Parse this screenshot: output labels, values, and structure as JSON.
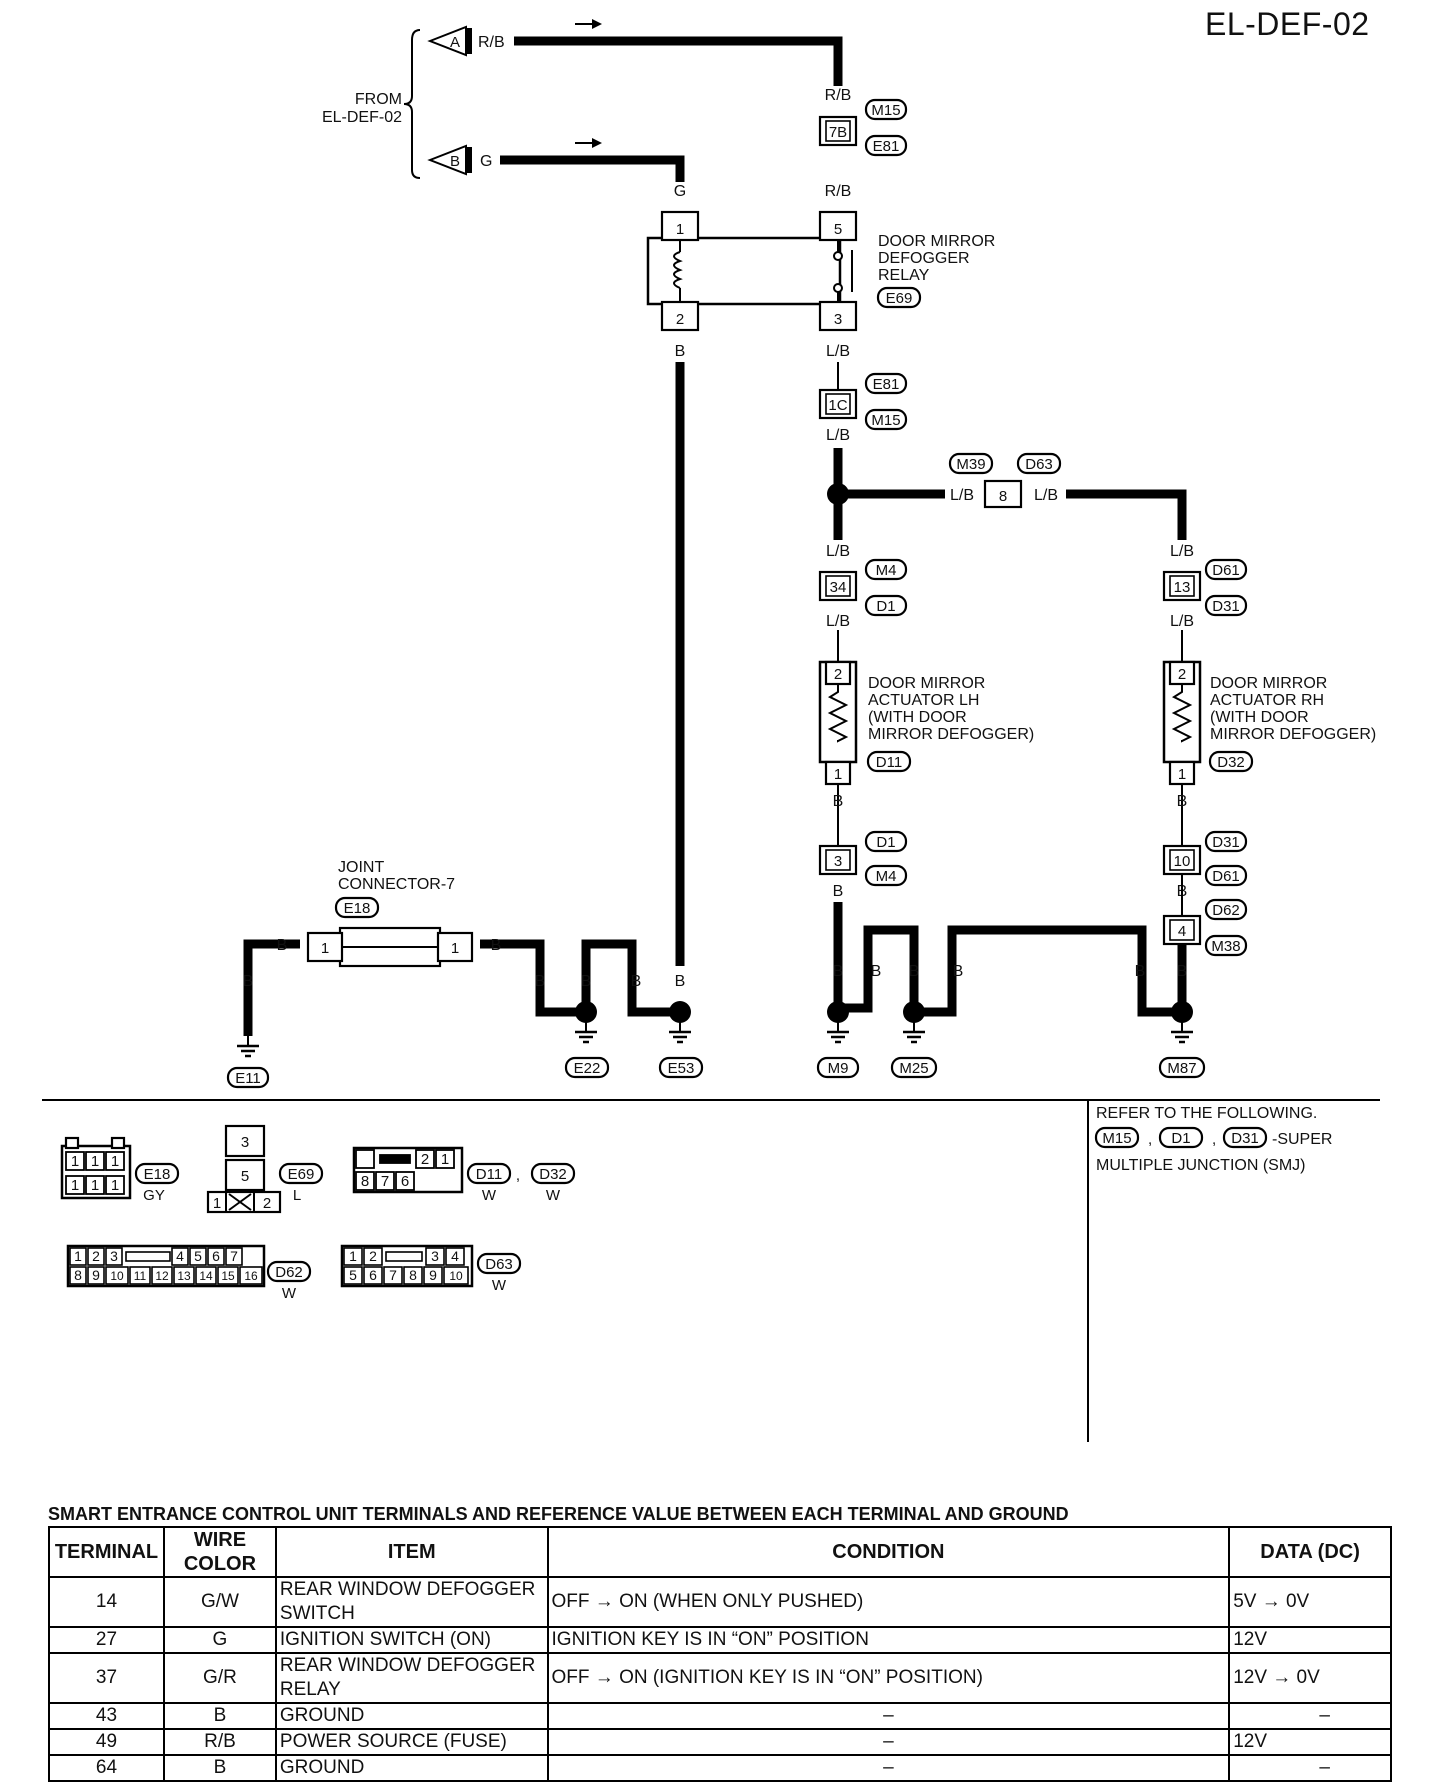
{
  "page_code": "EL-DEF-02",
  "from": {
    "line1": "FROM",
    "line2": "EL-DEF-02",
    "inputs": [
      {
        "letter": "A",
        "wire": "R/B"
      },
      {
        "letter": "B",
        "wire": "G"
      }
    ]
  },
  "relay": {
    "name_lines": [
      "DOOR MIRROR",
      "DEFOGGER",
      "RELAY"
    ],
    "connector": "E69",
    "pins": [
      "1",
      "2",
      "5",
      "3"
    ]
  },
  "wires": {
    "rb": "R/B",
    "g": "G",
    "b": "B",
    "lb": "L/B"
  },
  "connectors": {
    "m15": "M15",
    "e81": "E81",
    "pin_7b": "7B",
    "pin_1c": "1C",
    "m39": "M39",
    "d63": "D63",
    "pin_8": "8",
    "m4": "M4",
    "d1": "D1",
    "pin_34": "34",
    "pin_3": "3",
    "d61": "D61",
    "d31": "D31",
    "pin_13": "13",
    "pin_10": "10",
    "d62": "D62",
    "m38": "M38",
    "pin_4": "4",
    "pin_2": "2",
    "pin_1": "1"
  },
  "actuator_lh": {
    "name_lines": [
      "DOOR MIRROR",
      "ACTUATOR LH",
      "(WITH DOOR",
      "MIRROR DEFOGGER)"
    ],
    "connector": "D11"
  },
  "actuator_rh": {
    "name_lines": [
      "DOOR MIRROR",
      "ACTUATOR RH",
      "(WITH DOOR",
      "MIRROR DEFOGGER)"
    ],
    "connector": "D32"
  },
  "joint": {
    "name_lines": [
      "JOINT",
      "CONNECTOR-7"
    ],
    "connector": "E18"
  },
  "grounds": [
    "E11",
    "E22",
    "E53",
    "M9",
    "M25",
    "M87"
  ],
  "connector_views": {
    "e18": {
      "id": "E18",
      "color": "GY"
    },
    "e69": {
      "id": "E69",
      "color": "L"
    },
    "d11": {
      "id": "D11",
      "color": "W"
    },
    "d32": {
      "id": "D32",
      "color": "W"
    },
    "d62": {
      "id": "D62",
      "color": "W"
    },
    "d63": {
      "id": "D63",
      "color": "W"
    },
    "sep": ","
  },
  "note": {
    "line1": "REFER TO THE FOLLOWING.",
    "sep": ",",
    "suffix": "-SUPER",
    "line2": "MULTIPLE JUNCTION (SMJ)",
    "ids": [
      "M15",
      "D1",
      "D31"
    ]
  },
  "table": {
    "title": "SMART ENTRANCE CONTROL UNIT TERMINALS AND REFERENCE VALUE BETWEEN EACH TERMINAL AND GROUND",
    "headers": [
      "TERMINAL",
      "WIRE COLOR",
      "ITEM",
      "CONDITION",
      "DATA (DC)"
    ],
    "rows": [
      {
        "terminal": "14",
        "wire": "G/W",
        "item": "REAR WINDOW DEFOGGER SWITCH",
        "condition": "OFF → ON (WHEN ONLY PUSHED)",
        "data": "5V → 0V"
      },
      {
        "terminal": "27",
        "wire": "G",
        "item": "IGNITION SWITCH (ON)",
        "condition": "IGNITION KEY IS IN “ON” POSITION",
        "data": "12V"
      },
      {
        "terminal": "37",
        "wire": "G/R",
        "item": "REAR WINDOW DEFOGGER RELAY",
        "condition": "OFF → ON (IGNITION KEY IS IN “ON” POSITION)",
        "data": "12V → 0V"
      },
      {
        "terminal": "43",
        "wire": "B",
        "item": "GROUND",
        "condition": "–",
        "data": "–"
      },
      {
        "terminal": "49",
        "wire": "R/B",
        "item": "POWER SOURCE (FUSE)",
        "condition": "–",
        "data": "12V"
      },
      {
        "terminal": "64",
        "wire": "B",
        "item": "GROUND",
        "condition": "–",
        "data": "–"
      }
    ]
  }
}
